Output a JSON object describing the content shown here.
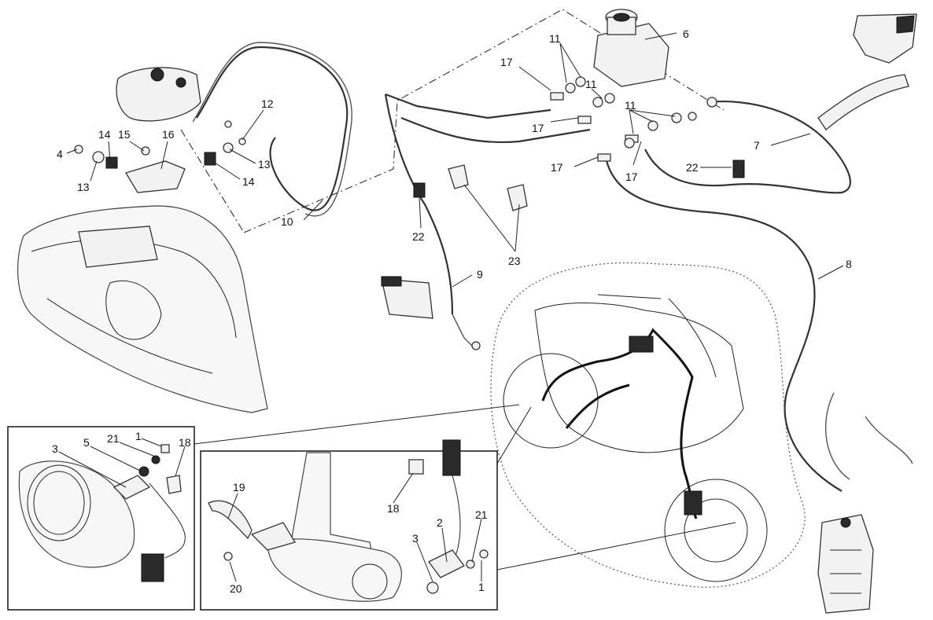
{
  "callouts": {
    "c1a": "1",
    "c1b": "1",
    "c2": "2",
    "c3a": "3",
    "c3b": "3",
    "c4": "4",
    "c5": "5",
    "c6": "6",
    "c7": "7",
    "c8": "8",
    "c9": "9",
    "c10": "10",
    "c11a": "11",
    "c11b": "11",
    "c11c": "11",
    "c12": "12",
    "c13a": "13",
    "c13b": "13",
    "c14a": "14",
    "c14b": "14",
    "c15": "15",
    "c16": "16",
    "c17a": "17",
    "c17b": "17",
    "c17c": "17",
    "c17d": "17",
    "c18a": "18",
    "c18b": "18",
    "c19": "19",
    "c20": "20",
    "c21a": "21",
    "c21b": "21",
    "c22a": "22",
    "c22b": "22",
    "c23": "23"
  }
}
